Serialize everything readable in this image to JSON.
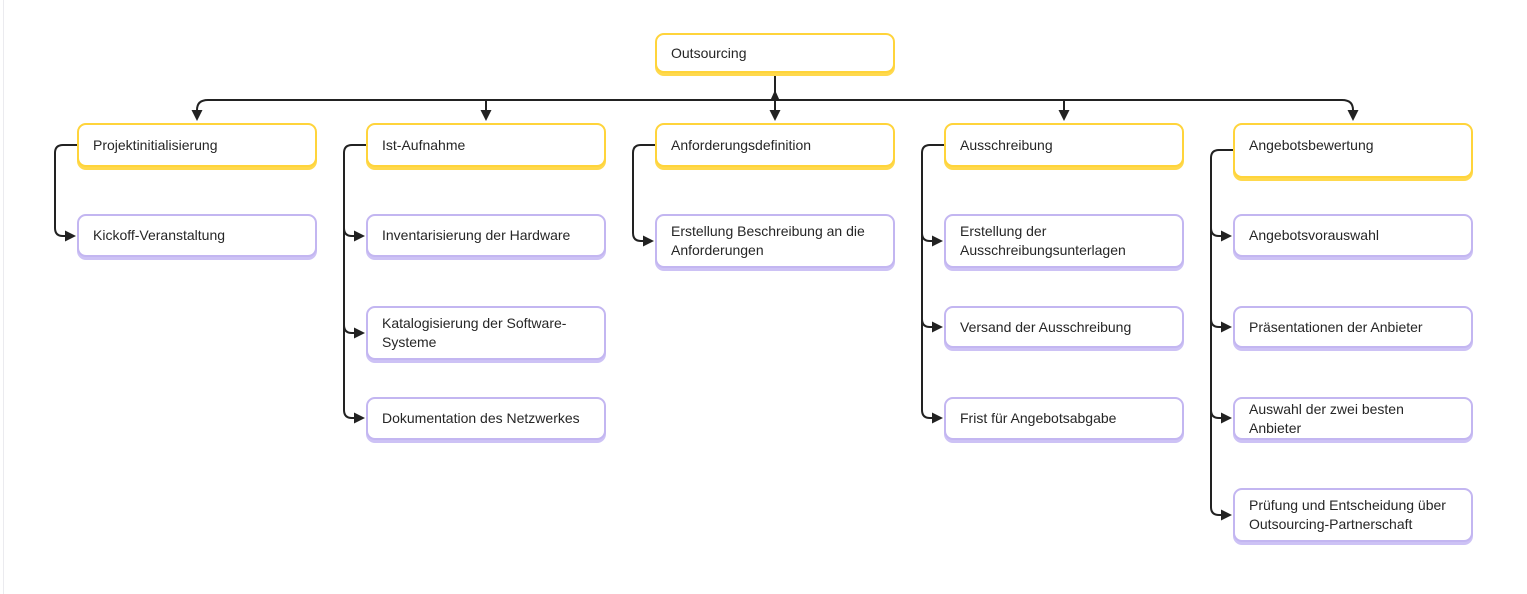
{
  "canvas": {
    "background": "#ffffff"
  },
  "colors": {
    "phase_border": "#FFD43B",
    "task_border": "#C3B6F1",
    "connector": "#222222",
    "text": "#262626"
  },
  "diagram": {
    "root": {
      "label": "Outsourcing"
    },
    "branches": [
      {
        "label": "Projektinitialisierung",
        "children": [
          "Kickoff-Veranstaltung"
        ]
      },
      {
        "label": "Ist-Aufnahme",
        "children": [
          "Inventarisierung der Hardware",
          "Katalogisierung der Software-Systeme",
          "Dokumentation des Netzwerkes"
        ]
      },
      {
        "label": "Anforderungsdefinition",
        "children": [
          "Erstellung Beschreibung an die Anforderungen"
        ]
      },
      {
        "label": "Ausschreibung",
        "children": [
          "Erstellung der Ausschreibungsunterlagen",
          "Versand der Ausschreibung",
          "Frist für Angebotsabgabe"
        ]
      },
      {
        "label": "Angebotsbewertung",
        "children": [
          "Angebotsvorauswahl",
          "Präsentationen der Anbieter",
          "Auswahl der zwei besten Anbieter",
          "Prüfung und Entscheidung über Outsourcing-Partnerschaft"
        ]
      }
    ]
  }
}
